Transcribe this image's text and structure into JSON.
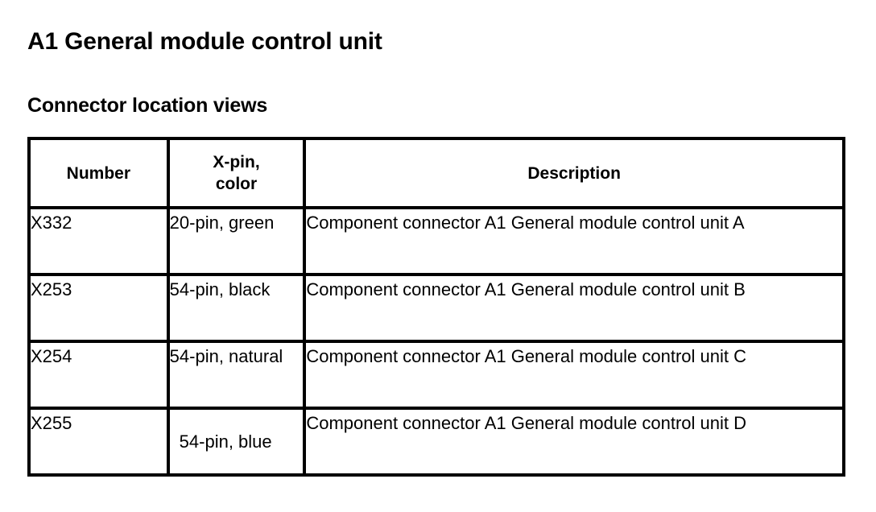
{
  "document": {
    "title": "A1 General module control unit",
    "section_title": "Connector location views"
  },
  "table": {
    "headers": {
      "number": "Number",
      "xpin_color_line1": "X-pin,",
      "xpin_color_line2": "color",
      "description": "Description"
    },
    "rows": [
      {
        "number": "X332",
        "xpin_color": "20-pin, green",
        "description": "Component connector A1 General module control unit A"
      },
      {
        "number": "X253",
        "xpin_color": "54-pin, black",
        "description": "Component connector A1 General module control unit B"
      },
      {
        "number": "X254",
        "xpin_color": "54-pin, natural",
        "description": "Component connector A1 General module control unit C"
      },
      {
        "number": "X255",
        "xpin_color": "54-pin, blue",
        "description": "Component connector A1 General module control unit D"
      }
    ]
  },
  "colors": {
    "background": "#ffffff",
    "text": "#000000",
    "border": "#000000"
  }
}
